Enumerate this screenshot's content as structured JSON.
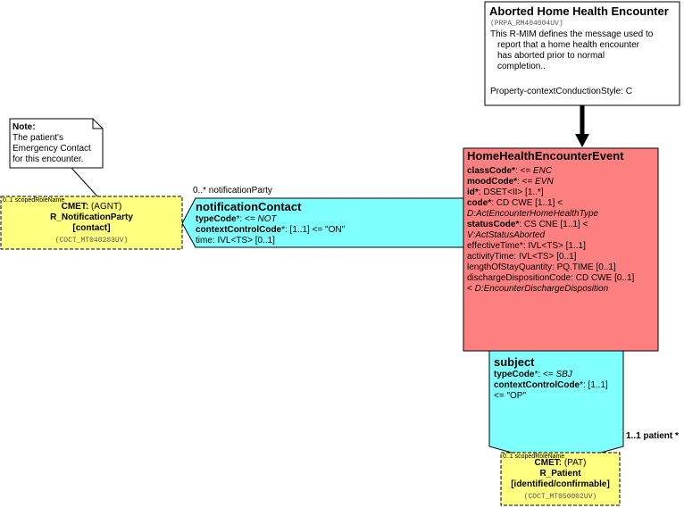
{
  "header": {
    "title": "Aborted Home Health Encounter",
    "id": "(PRPA_RM404004UV)",
    "desc_lines": [
      "This R-MIM defines the message used to",
      "report that a home health encounter",
      "has aborted prior to normal",
      "completion.."
    ],
    "property": "Property-contextConductionStyle: C"
  },
  "note": {
    "label": "Note:",
    "lines": [
      "The patient's",
      "Emergency Contact",
      "for this encounter."
    ]
  },
  "event": {
    "title": "HomeHealthEncounterEvent",
    "attrs": [
      {
        "name": "classCode",
        "star": "*",
        "rest": ": <= ",
        "italic": "ENC"
      },
      {
        "name": "moodCode",
        "star": "*",
        "rest": ": <= ",
        "italic": "EVN"
      },
      {
        "name": "id",
        "star": "*",
        "rest": ": DSET<II> [1..*]",
        "italic": ""
      },
      {
        "name": "code",
        "star": "*",
        "rest": ": CD CWE [1..1] <",
        "italic": ""
      },
      {
        "name": "",
        "star": "",
        "rest": "",
        "italic": "D:ActEncounterHomeHealthType"
      },
      {
        "name": "statusCode",
        "star": "*",
        "rest": ": CS CNE [1..1] <",
        "italic": ""
      },
      {
        "name": "",
        "star": "",
        "rest": "",
        "italic": "V:ActStatusAborted"
      },
      {
        "name": "",
        "star": "",
        "rest": "effectiveTime*: IVL<TS> [1..1]",
        "italic": ""
      },
      {
        "name": "",
        "star": "",
        "rest": "activityTime: IVL<TS> [0..1]",
        "italic": ""
      },
      {
        "name": "",
        "star": "",
        "rest": "lengthOfStayQuantity: PQ.TIME [0..1]",
        "italic": ""
      },
      {
        "name": "",
        "star": "",
        "rest": "dischargeDispositionCode: CD CWE [0..1]",
        "italic": ""
      },
      {
        "name": "",
        "star": "",
        "rest": " < ",
        "italic": "D:EncounterDischargeDisposition"
      }
    ]
  },
  "notification": {
    "edge_label": "0..* notificationParty",
    "title": "notificationContact",
    "type_name": "typeCode",
    "type_rest": "*: <= ",
    "type_val": "NOT",
    "ccc_name": "contextControlCode",
    "ccc_rest": "*: [1..1] <= \"ON\"",
    "time": "time: IVL<TS> [0..1]"
  },
  "agent": {
    "role_label": "0..1 scopedRoleName",
    "cmet": "CMET:",
    "cmet_code": " (AGNT)",
    "name": "R_NotificationParty",
    "flavor": "[contact]",
    "id": "(COCT_MT040203UV)"
  },
  "subject": {
    "title": "subject",
    "type_name": "typeCode",
    "type_rest": "*: <= ",
    "type_val": "SBJ",
    "ccc_name": "contextControlCode",
    "ccc_rest": "*: [1..1]",
    "ccc_rest2": " <= \"OP\"",
    "edge_label": "1..1 patient  *"
  },
  "patient": {
    "role_label": "0..1 scopedRoleName",
    "cmet": "CMET:",
    "cmet_code": " (PAT)",
    "name": "R_Patient",
    "flavor": "[identified/confirmable]",
    "id": "(COCT_MT050002UV)"
  },
  "colors": {
    "event_fill": "#ff8080",
    "act_relationship_fill": "#80ffff",
    "cmet_fill": "#ffff80",
    "outline": "#000000"
  }
}
